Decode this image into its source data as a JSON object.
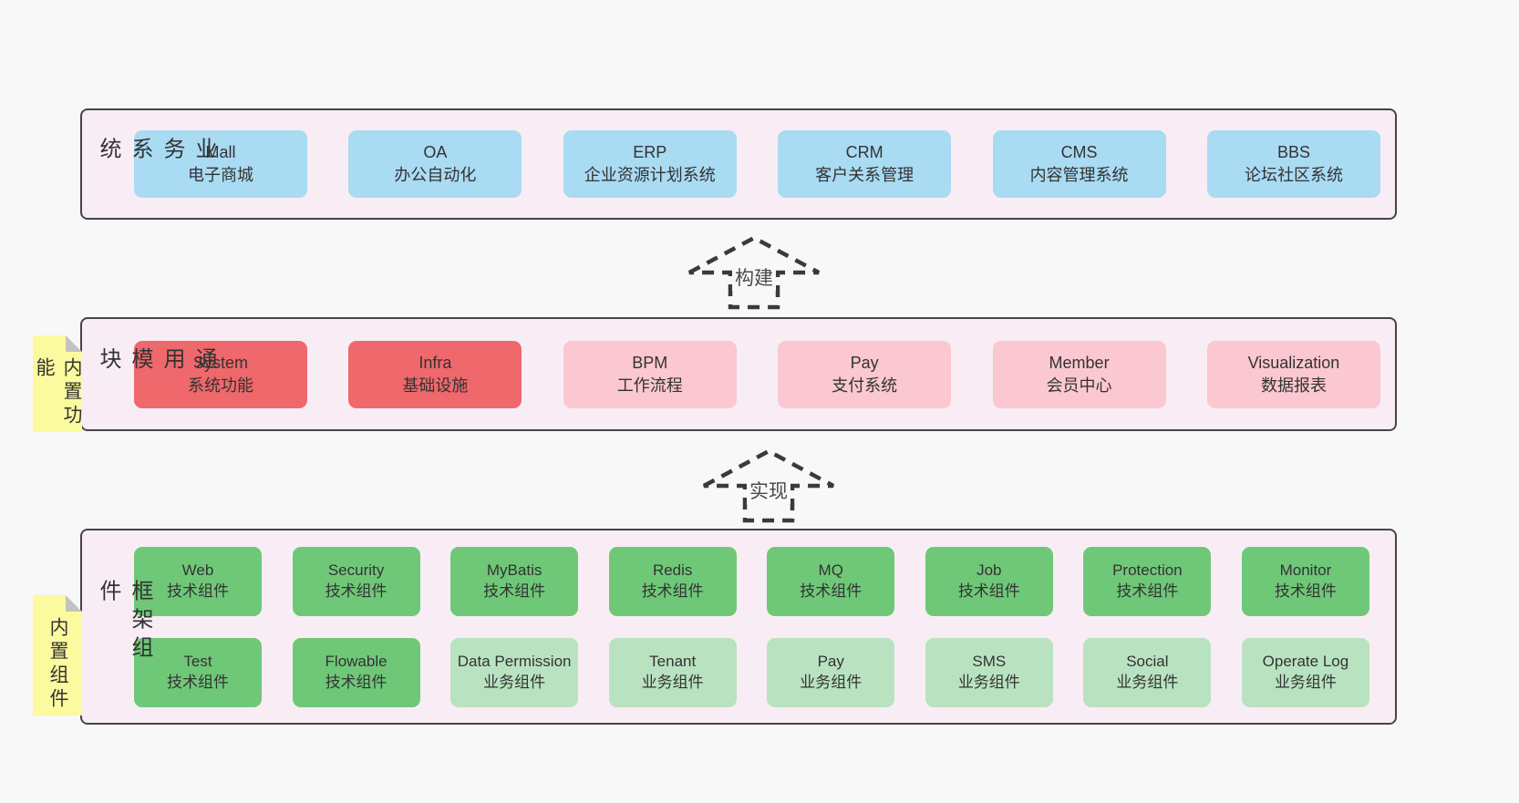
{
  "colors": {
    "page_bg": "#f8f8f8",
    "container_bg": "#f8edf5",
    "container_border": "#454545",
    "blue_box": "#a9dbf3",
    "red_box": "#ef686b",
    "pink_box": "#fbc7d1",
    "green_box": "#6fc878",
    "light_green_box": "#b9e3c0",
    "sticky_note": "#fcfa9e",
    "arrow_stroke": "#3a3a3a",
    "text": "#333333"
  },
  "layers": [
    {
      "label": "业务系统",
      "boxes": [
        {
          "title": "Mall",
          "subtitle": "电子商城"
        },
        {
          "title": "OA",
          "subtitle": "办公自动化"
        },
        {
          "title": "ERP",
          "subtitle": "企业资源计划系统"
        },
        {
          "title": "CRM",
          "subtitle": "客户关系管理"
        },
        {
          "title": "CMS",
          "subtitle": "内容管理系统"
        },
        {
          "title": "BBS",
          "subtitle": "论坛社区系统"
        }
      ]
    },
    {
      "label": "通用模块",
      "sticky": "内置功能",
      "boxes": [
        {
          "title": "System",
          "subtitle": "系统功能"
        },
        {
          "title": "Infra",
          "subtitle": "基础设施"
        },
        {
          "title": "BPM",
          "subtitle": "工作流程"
        },
        {
          "title": "Pay",
          "subtitle": "支付系统"
        },
        {
          "title": "Member",
          "subtitle": "会员中心"
        },
        {
          "title": "Visualization",
          "subtitle": "数据报表"
        }
      ]
    },
    {
      "label": "框架组件",
      "sticky": "内置组件",
      "rows": [
        [
          {
            "title": "Web",
            "subtitle": "技术组件"
          },
          {
            "title": "Security",
            "subtitle": "技术组件"
          },
          {
            "title": "MyBatis",
            "subtitle": "技术组件"
          },
          {
            "title": "Redis",
            "subtitle": "技术组件"
          },
          {
            "title": "MQ",
            "subtitle": "技术组件"
          },
          {
            "title": "Job",
            "subtitle": "技术组件"
          },
          {
            "title": "Protection",
            "subtitle": "技术组件"
          },
          {
            "title": "Monitor",
            "subtitle": "技术组件"
          }
        ],
        [
          {
            "title": "Test",
            "subtitle": "技术组件"
          },
          {
            "title": "Flowable",
            "subtitle": "技术组件"
          },
          {
            "title": "Data Permission",
            "subtitle": "业务组件"
          },
          {
            "title": "Tenant",
            "subtitle": "业务组件"
          },
          {
            "title": "Pay",
            "subtitle": "业务组件"
          },
          {
            "title": "SMS",
            "subtitle": "业务组件"
          },
          {
            "title": "Social",
            "subtitle": "业务组件"
          },
          {
            "title": "Operate Log",
            "subtitle": "业务组件"
          }
        ]
      ]
    }
  ],
  "arrows": [
    {
      "label": "构建"
    },
    {
      "label": "实现"
    }
  ]
}
